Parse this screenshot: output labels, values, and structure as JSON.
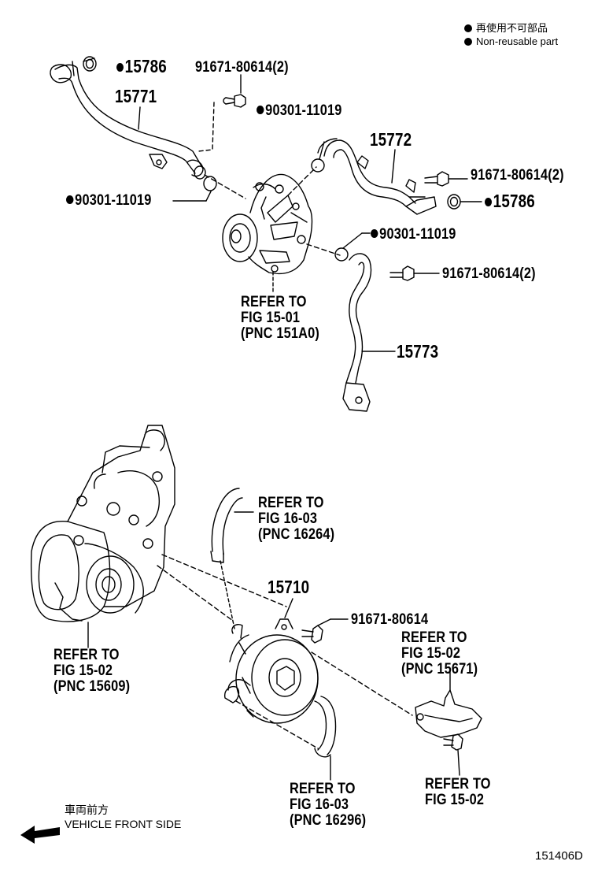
{
  "legend": {
    "japanese": "再使用不可部品",
    "english": "Non-reusable part"
  },
  "parts": {
    "p15786_top": "15786",
    "bolt_top": "91671-80614(2)",
    "p15771": "15771",
    "gasket_mid": "90301-11019",
    "p15772": "15772",
    "bolt_right": "91671-80614(2)",
    "p15786_right": "15786",
    "gasket_left": "90301-11019",
    "gasket_right": "90301-11019",
    "bolt_lower": "91671-80614(2)",
    "p15773": "15773",
    "p15710": "15710",
    "bolt_single": "91671-80614"
  },
  "references": {
    "pump": [
      "REFER TO",
      "FIG 15-01",
      "(PNC 151A0)"
    ],
    "hose_top": [
      "REFER TO",
      "FIG 16-03",
      "(PNC 16264)"
    ],
    "bracket_ref": [
      "REFER TO",
      "FIG 15-02",
      "(PNC 15671)"
    ],
    "alternator": [
      "REFER TO",
      "FIG 15-02",
      "(PNC 15609)"
    ],
    "hose_bottom": [
      "REFER TO",
      "FIG 16-03",
      "(PNC 16296)"
    ],
    "bolt_ref": [
      "REFER TO",
      "FIG 15-02"
    ]
  },
  "orientation": {
    "japanese": "車両前方",
    "english": "VEHICLE FRONT SIDE"
  },
  "diagram_id": "151406D"
}
